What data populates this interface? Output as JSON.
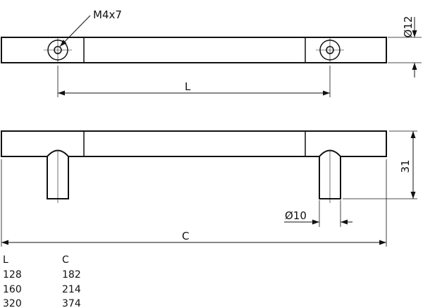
{
  "labels": {
    "thread": "M4x7",
    "bar_diameter": "Ø12",
    "hole_spacing": "L",
    "height": "31",
    "post_diameter": "Ø10",
    "overall_length": "C"
  },
  "size_table": {
    "headers": [
      "L",
      "C"
    ],
    "rows": [
      [
        "128",
        "182"
      ],
      [
        "160",
        "214"
      ],
      [
        "320",
        "374"
      ]
    ]
  }
}
